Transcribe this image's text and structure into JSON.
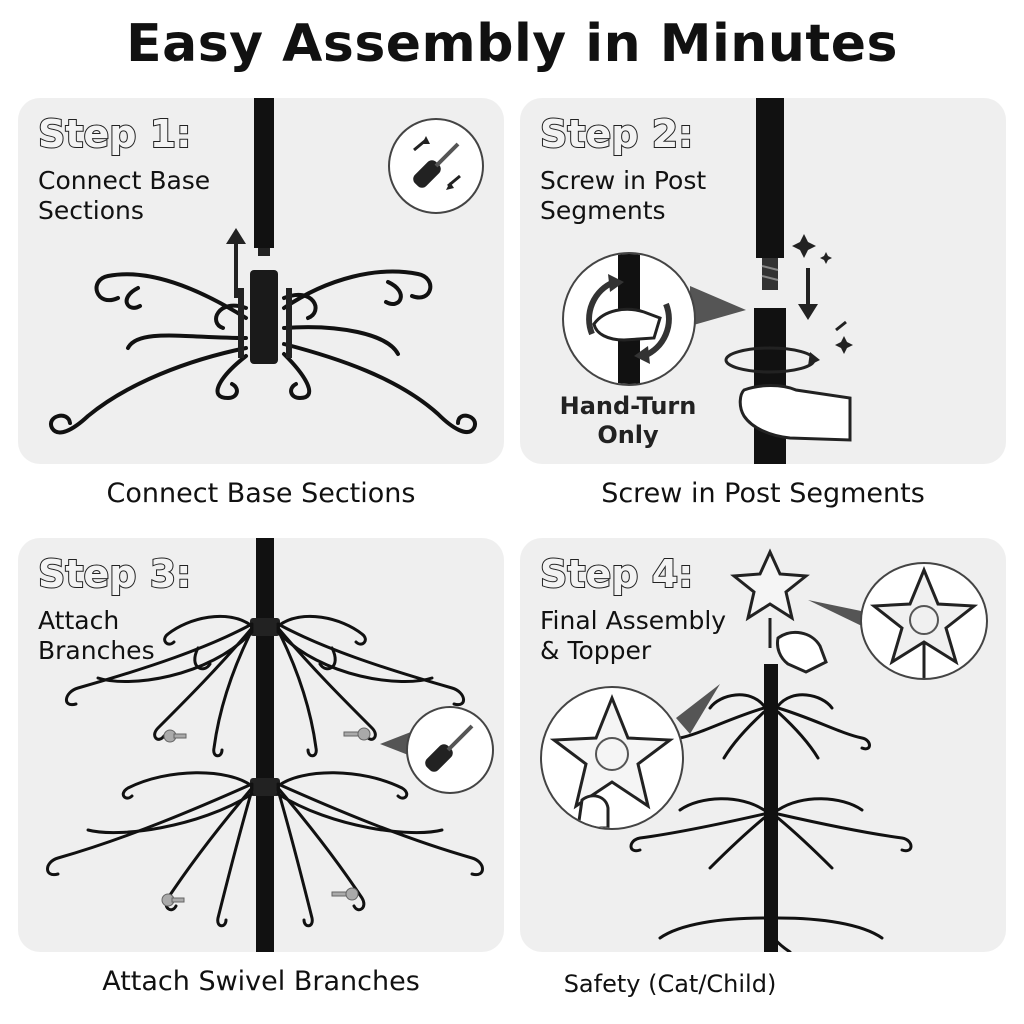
{
  "title": "Easy Assembly in Minutes",
  "steps": [
    {
      "label": "Step 1:",
      "desc": "Connect Base\nSections",
      "caption": "Connect Base Sections"
    },
    {
      "label": "Step 2:",
      "desc": "Screw in Post\nSegments",
      "caption": "Screw in Post Segments",
      "note": "Hand-Turn\nOnly"
    },
    {
      "label": "Step 3:",
      "desc": "Attach\nBranches",
      "caption": "Attach Swivel Branches"
    },
    {
      "label": "Step 4:",
      "desc": "Final Assembly\n& Topper",
      "caption": "Safety (Cat/Child)"
    }
  ],
  "colors": {
    "panel": "#efefef",
    "metal": "#111111",
    "text": "#111111"
  },
  "icons": [
    "screwdriver-icon",
    "rotate-arrows-icon",
    "hand-icon",
    "star-topper-icon",
    "screw-icon",
    "sparkle-icon"
  ]
}
